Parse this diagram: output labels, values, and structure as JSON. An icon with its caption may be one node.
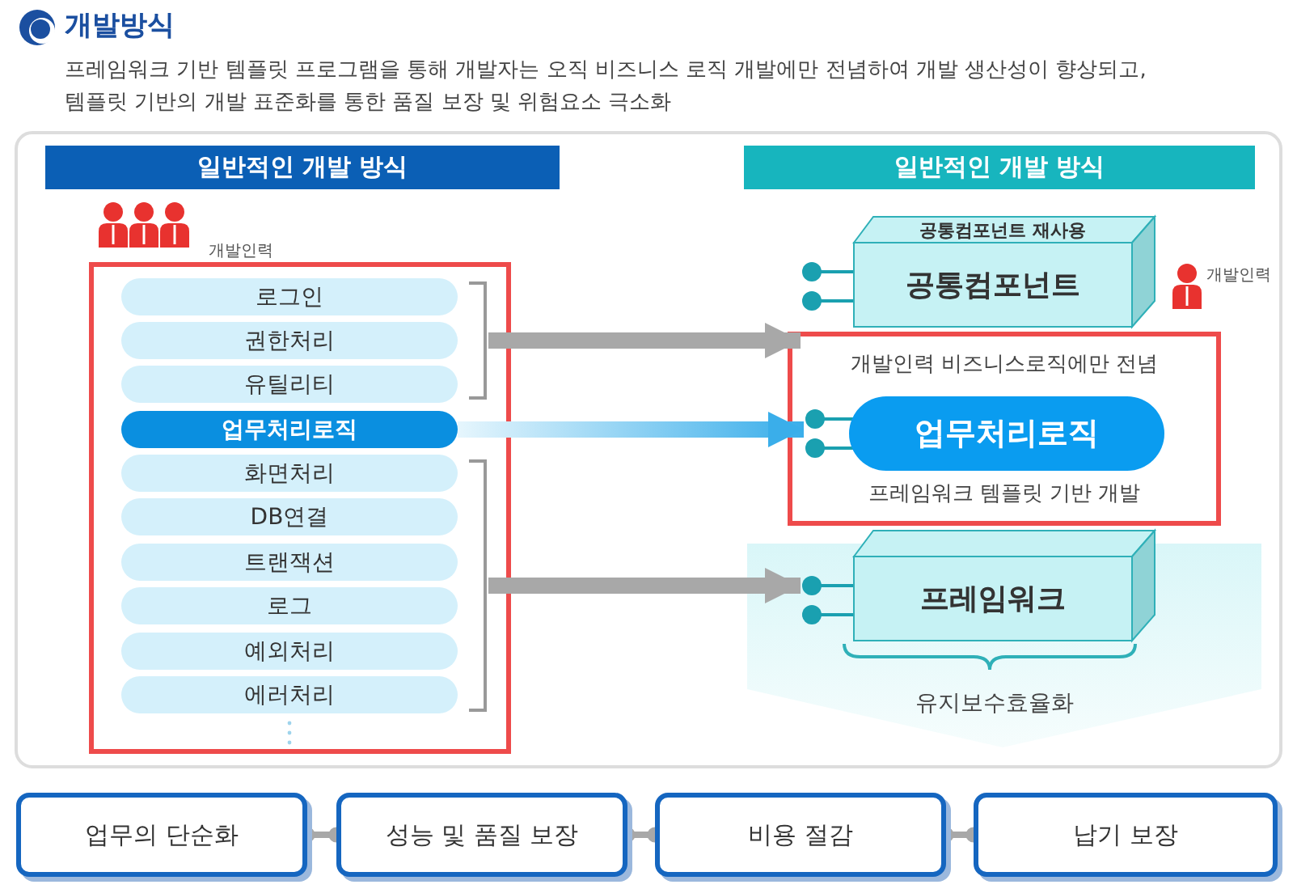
{
  "diagram": {
    "title": "개발방식",
    "nodes": [
      {
        "text": [
          "일반적인 개발 방식"
        ]
      },
      {
        "text": [
          "일반적인 개발 방식"
        ]
      },
      {
        "text": [],
        "shape": "box"
      },
      {
        "text": [
          "로그인"
        ],
        "in": 2
      },
      {
        "text": [
          "권한처리"
        ],
        "in": 2
      },
      {
        "text": [
          "유틸리티"
        ],
        "in": 2
      },
      {
        "text": [
          "업무처리로직"
        ],
        "in": 2
      },
      {
        "text": [
          "화면처리"
        ],
        "in": 2
      },
      {
        "text": [
          "DB연결"
        ],
        "in": 2
      },
      {
        "text": [
          "트랜잭션"
        ],
        "in": 2
      },
      {
        "text": [
          "로그"
        ],
        "in": 2
      },
      {
        "text": [
          "예외처리"
        ],
        "in": 2
      },
      {
        "text": [
          "에러처리"
        ],
        "in": 2
      },
      {
        "text": [],
        "shape": "bar",
        "in": 2
      },
      {
        "text": [],
        "shape": "bar",
        "in": 2
      },
      {
        "text": [
          "공통컴포넌트 재사용",
          "공통컴포넌트"
        ]
      },
      {
        "text": [
          "개발인력 비즈니스로직에만 전념",
          "프레임워크 템플릿 기반 개발"
        ]
      },
      {
        "text": [
          "업무처리로직"
        ],
        "in": 16
      },
      {
        "text": [
          "프레임워크"
        ]
      },
      {
        "text": [
          "업무의 단순화"
        ]
      },
      {
        "text": [
          "성능 및 품질 보장"
        ]
      },
      {
        "text": [
          "비용 절감"
        ]
      },
      {
        "text": [
          "납기 보장"
        ]
      }
    ],
    "edges": [
      {
        "from": 13,
        "to": 15,
        "arrow": "to",
        "style": "thick"
      },
      {
        "from": 6,
        "to": 17,
        "arrow": "to",
        "style": "thick",
        "color": "#3aaeea"
      },
      {
        "from": 14,
        "to": 18,
        "arrow": "to",
        "style": "thick"
      },
      {
        "from": 19,
        "to": 20,
        "arrow": "other"
      },
      {
        "from": 20,
        "to": 21,
        "arrow": "other"
      },
      {
        "from": 21,
        "to": 22,
        "arrow": "other"
      }
    ],
    "labels": [
      "프레임워크 기반 템플릿 프로그램을 통해 개발자는 오직 비즈니스 로직 개발에만 전념하여 개발 생산성이 향상되고,",
      "템플릿 기반의 개발 표준화를 통한 품질 보장 및 위험요소 극소화",
      "개발인력",
      "개발인력",
      "유지보수효율화"
    ]
  }
}
